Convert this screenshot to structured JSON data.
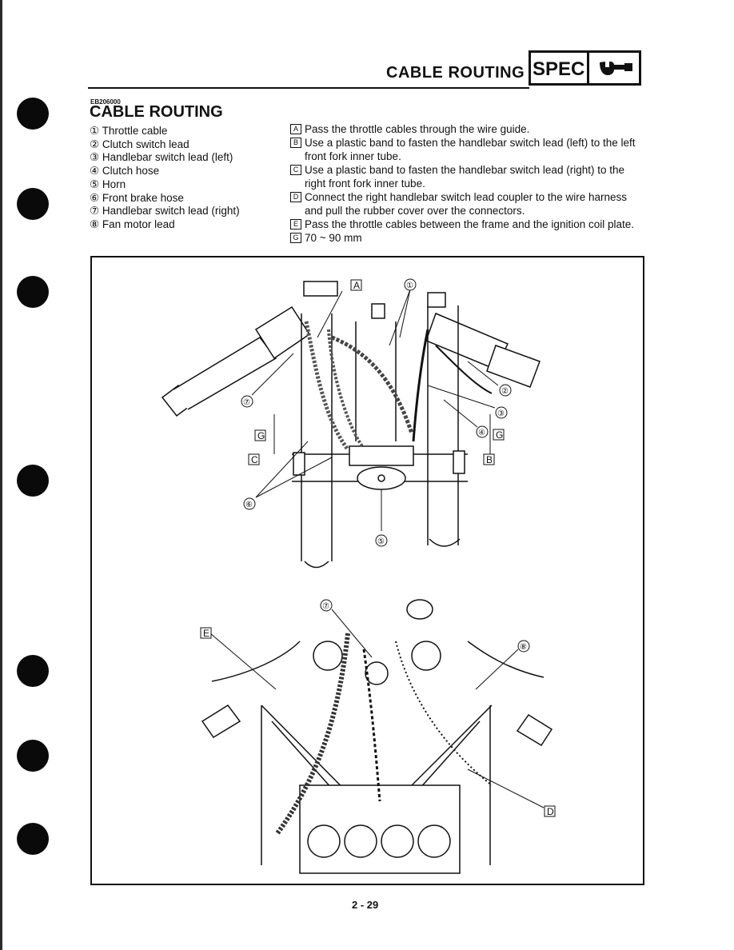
{
  "header": {
    "title": "CABLE ROUTING",
    "badge": "SPEC",
    "badge_icon": "wrench-icon"
  },
  "section": {
    "code": "EB206000",
    "title": "CABLE ROUTING"
  },
  "legend": [
    "① Throttle cable",
    "② Clutch switch lead",
    "③ Handlebar switch lead (left)",
    "④ Clutch hose",
    "⑤ Horn",
    "⑥ Front brake hose",
    "⑦ Handlebar switch lead (right)",
    "⑧ Fan motor lead"
  ],
  "notes": [
    {
      "mark": "A",
      "text": "Pass the throttle cables through the wire guide."
    },
    {
      "mark": "B",
      "text": "Use a plastic band to fasten the handlebar switch lead (left) to the left front fork inner tube."
    },
    {
      "mark": "C",
      "text": "Use a plastic band to fasten the handlebar switch lead (right) to the right front fork inner tube."
    },
    {
      "mark": "D",
      "text": "Connect the right handlebar switch lead coupler to the wire harness and pull the rubber cover over the connectors."
    },
    {
      "mark": "E",
      "text": "Pass the throttle cables between the frame and the ignition coil plate."
    },
    {
      "mark": "G",
      "text": "70 ~ 90 mm"
    }
  ],
  "figure": {
    "callouts_top": [
      "A",
      "①",
      "⑦",
      "②",
      "③",
      "④",
      "G",
      "G",
      "C",
      "B",
      "⑥",
      "⑤"
    ],
    "callouts_bottom": [
      "⑦",
      "E",
      "⑧",
      "D"
    ]
  },
  "page_number": "2 - 29"
}
